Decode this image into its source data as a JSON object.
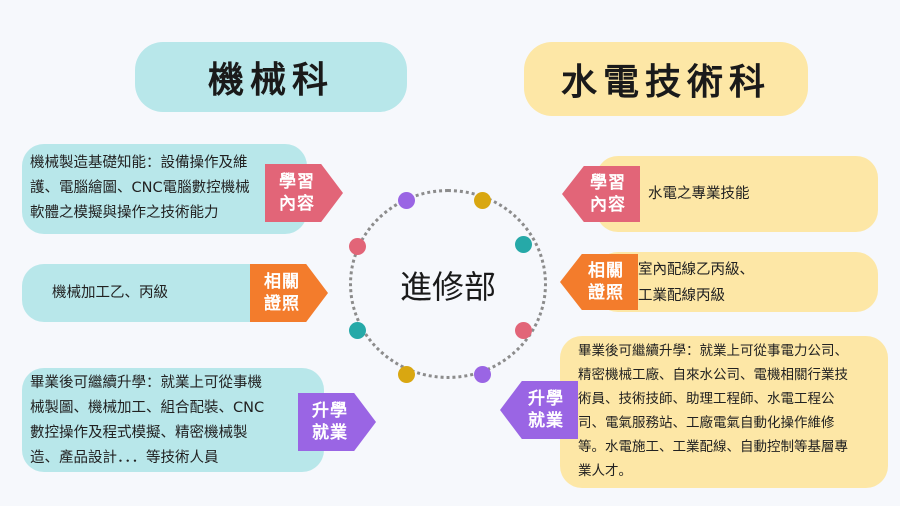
{
  "center": "進修部",
  "left": {
    "title": "機械科",
    "learning": {
      "tag": [
        "學習",
        "內容"
      ],
      "lines": [
        "機械製造基礎知能：設備操作及維",
        "護、電腦繪圖、CNC電腦數控機械",
        "軟體之模擬與操作之技術能力"
      ]
    },
    "license": {
      "tag": [
        "相關",
        "證照"
      ],
      "lines": [
        "機械加工乙、丙級"
      ]
    },
    "career": {
      "tag": [
        "升學",
        "就業"
      ],
      "lines": [
        "畢業後可繼續升學：就業上可從事機",
        "械製圖、機械加工、組合配裝、CNC",
        "數控操作及程式模擬、精密機械製",
        "造、產品設計．．．等技術人員"
      ]
    }
  },
  "right": {
    "title": "水電技術科",
    "learning": {
      "tag": [
        "學習",
        "內容"
      ],
      "lines": [
        "水電之專業技能"
      ]
    },
    "license": {
      "tag": [
        "相關",
        "證照"
      ],
      "lines": [
        "室內配線乙丙級、",
        "工業配線丙級"
      ]
    },
    "career": {
      "tag": [
        "升學",
        "就業"
      ],
      "lines": [
        "畢業後可繼續升學：就業上可從事電力公司、",
        "精密機械工廠、自來水公司、電機相關行業技",
        "術員、技術技師、助理工程師、水電工程公",
        "司、電氣服務站、工廠電氣自動化操作維修",
        "等。水電施工、工業配線、自動控制等基層專",
        "業人才。"
      ]
    }
  },
  "colors": {
    "cyan": "#b8e7ea",
    "yellow": "#fde7a6",
    "pink": "#e26578",
    "orange": "#f37c2c",
    "purple": "#9a65e4",
    "gold": "#d9a711",
    "teal": "#26a9a8"
  }
}
